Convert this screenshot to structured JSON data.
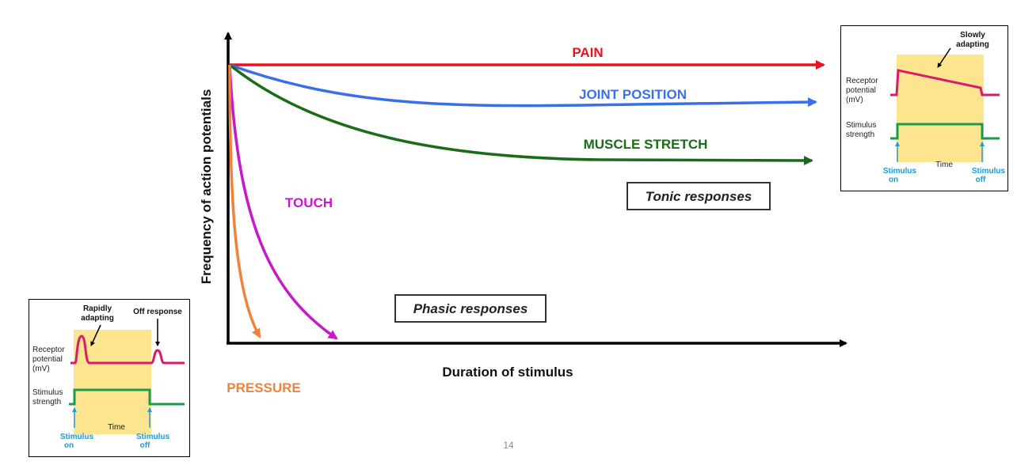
{
  "diagram": {
    "y_axis_label": "Frequency of action potentials",
    "x_axis_label": "Duration of stimulus",
    "curves": [
      {
        "id": "pain",
        "label": "PAIN",
        "color": "#e8141c"
      },
      {
        "id": "joint",
        "label": "JOINT POSITION",
        "color": "#3b6fe8"
      },
      {
        "id": "muscle",
        "label": "MUSCLE STRETCH",
        "color": "#1a6b1a"
      },
      {
        "id": "touch",
        "label": "TOUCH",
        "color": "#c718c9"
      },
      {
        "id": "pressure",
        "label": "PRESSURE",
        "color": "#f0823a"
      }
    ],
    "tonic_box": "Tonic responses",
    "phasic_box": "Phasic responses"
  },
  "inset_slow": {
    "title_line1": "Slowly",
    "title_line2": "adapting",
    "receptor_label": [
      "Receptor",
      "potential",
      "(mV)"
    ],
    "stimulus_label": [
      "Stimulus",
      "strength"
    ],
    "time_label": "Time",
    "on_label": [
      "Stimulus",
      "on"
    ],
    "off_label": [
      "Stimulus",
      "off"
    ]
  },
  "inset_rapid": {
    "title_line1": "Rapidly",
    "title_line2": "adapting",
    "off_response": "Off response",
    "receptor_label": [
      "Receptor",
      "potential",
      "(mV)"
    ],
    "stimulus_label": [
      "Stimulus",
      "strength"
    ],
    "time_label": "Time",
    "on_label": [
      "Stimulus",
      "on"
    ],
    "off_label": [
      "Stimulus",
      "off"
    ]
  },
  "colors": {
    "highlight": "#fce58e",
    "receptor_trace": "#d81b6a",
    "stimulus_trace": "#1a9a4a",
    "arrow_blue": "#1e9bd7"
  },
  "page_number": "14"
}
